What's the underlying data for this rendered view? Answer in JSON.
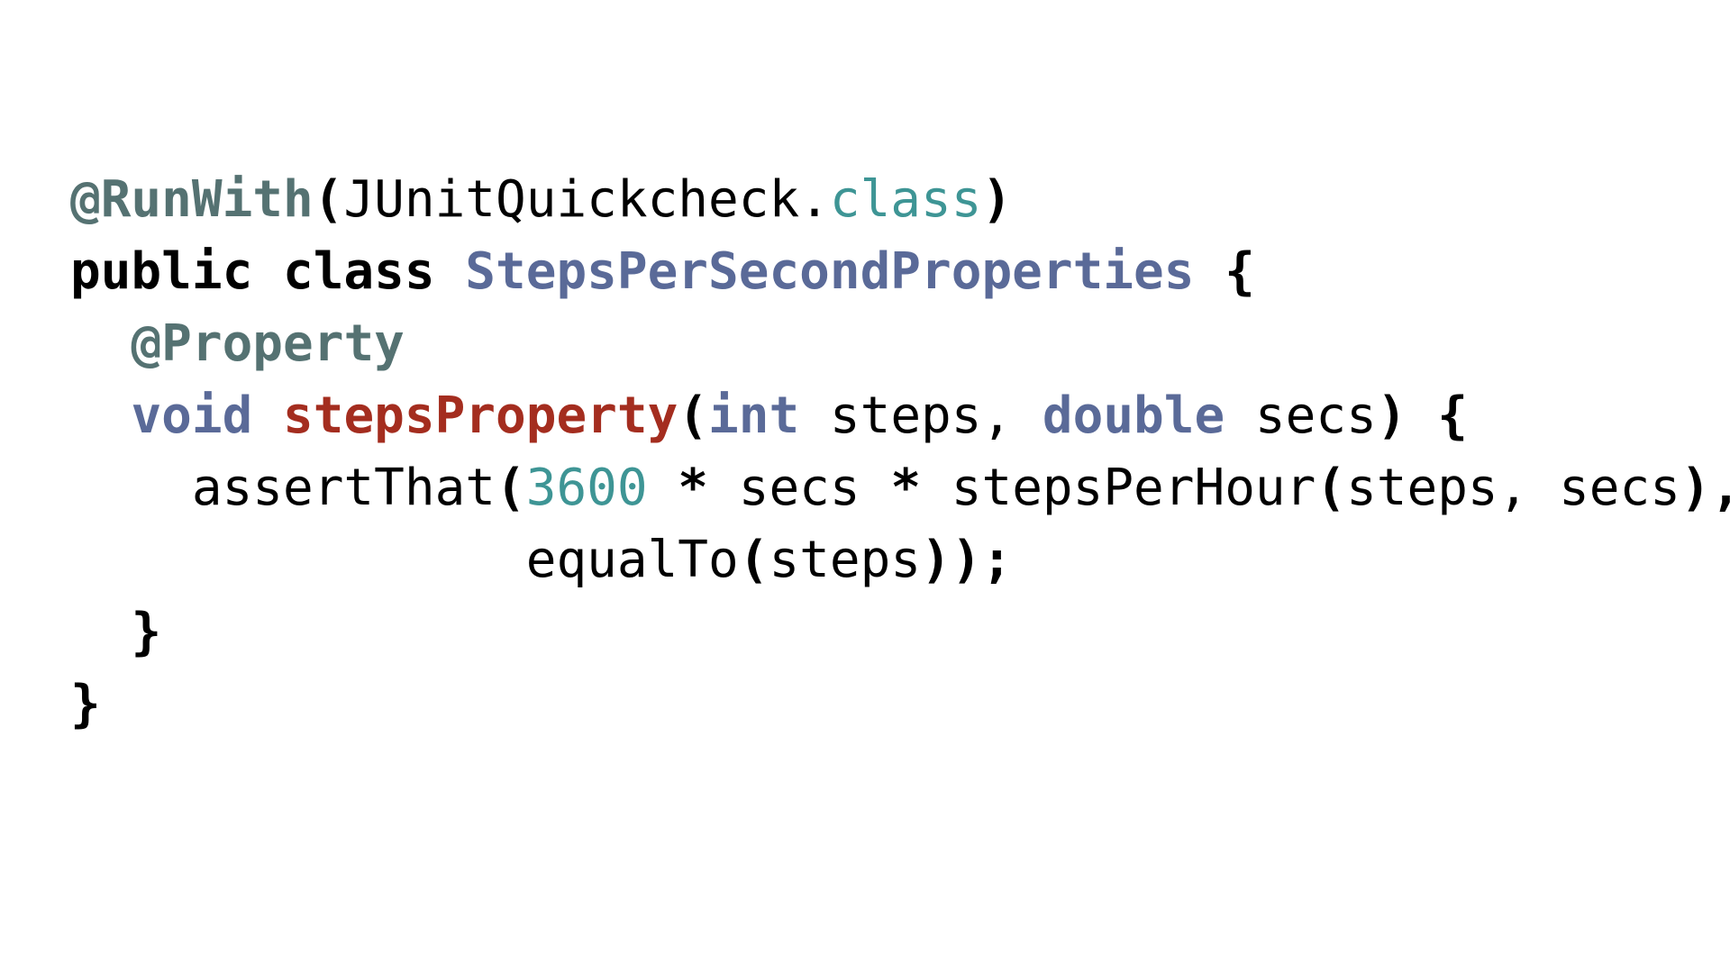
{
  "colors": {
    "background": "#ffffff",
    "annotation": "#557272",
    "keyword": "#000000",
    "type_keyword": "#5a6a98",
    "class_name": "#5a6a98",
    "method_name": "#a42d1f",
    "literal": "#3e9595",
    "plain": "#000000"
  },
  "code": {
    "lines": [
      {
        "indent": "",
        "tokens": [
          {
            "text": "@RunWith",
            "kind": "annotation"
          },
          {
            "text": "(",
            "kind": "punct"
          },
          {
            "text": "JUnitQuickcheck.",
            "kind": "plain"
          },
          {
            "text": "class",
            "kind": "literal"
          },
          {
            "text": ")",
            "kind": "punct"
          }
        ]
      },
      {
        "indent": "",
        "tokens": [
          {
            "text": "public class ",
            "kind": "keyword"
          },
          {
            "text": "StepsPerSecondProperties",
            "kind": "class-name"
          },
          {
            "text": " {",
            "kind": "punct"
          }
        ]
      },
      {
        "indent": "  ",
        "tokens": [
          {
            "text": "@Property",
            "kind": "annotation"
          }
        ]
      },
      {
        "indent": "  ",
        "tokens": [
          {
            "text": "void ",
            "kind": "type-kw"
          },
          {
            "text": "stepsProperty",
            "kind": "method-name"
          },
          {
            "text": "(",
            "kind": "punct"
          },
          {
            "text": "int",
            "kind": "type-kw"
          },
          {
            "text": " steps, ",
            "kind": "plain"
          },
          {
            "text": "double",
            "kind": "type-kw"
          },
          {
            "text": " secs",
            "kind": "plain"
          },
          {
            "text": ") {",
            "kind": "punct"
          }
        ]
      },
      {
        "indent": "    ",
        "tokens": [
          {
            "text": "assertThat",
            "kind": "plain"
          },
          {
            "text": "(",
            "kind": "punct"
          },
          {
            "text": "3600",
            "kind": "literal"
          },
          {
            "text": " * ",
            "kind": "punct"
          },
          {
            "text": "secs",
            "kind": "plain"
          },
          {
            "text": " * ",
            "kind": "punct"
          },
          {
            "text": "stepsPerHour",
            "kind": "plain"
          },
          {
            "text": "(",
            "kind": "punct"
          },
          {
            "text": "steps, secs",
            "kind": "plain"
          },
          {
            "text": "),",
            "kind": "punct"
          }
        ]
      },
      {
        "indent": "               ",
        "tokens": [
          {
            "text": "equalTo",
            "kind": "plain"
          },
          {
            "text": "(",
            "kind": "punct"
          },
          {
            "text": "steps",
            "kind": "plain"
          },
          {
            "text": "));",
            "kind": "punct"
          }
        ]
      },
      {
        "indent": "  ",
        "tokens": [
          {
            "text": "}",
            "kind": "punct"
          }
        ]
      },
      {
        "indent": "",
        "tokens": [
          {
            "text": "}",
            "kind": "punct"
          }
        ]
      }
    ]
  }
}
